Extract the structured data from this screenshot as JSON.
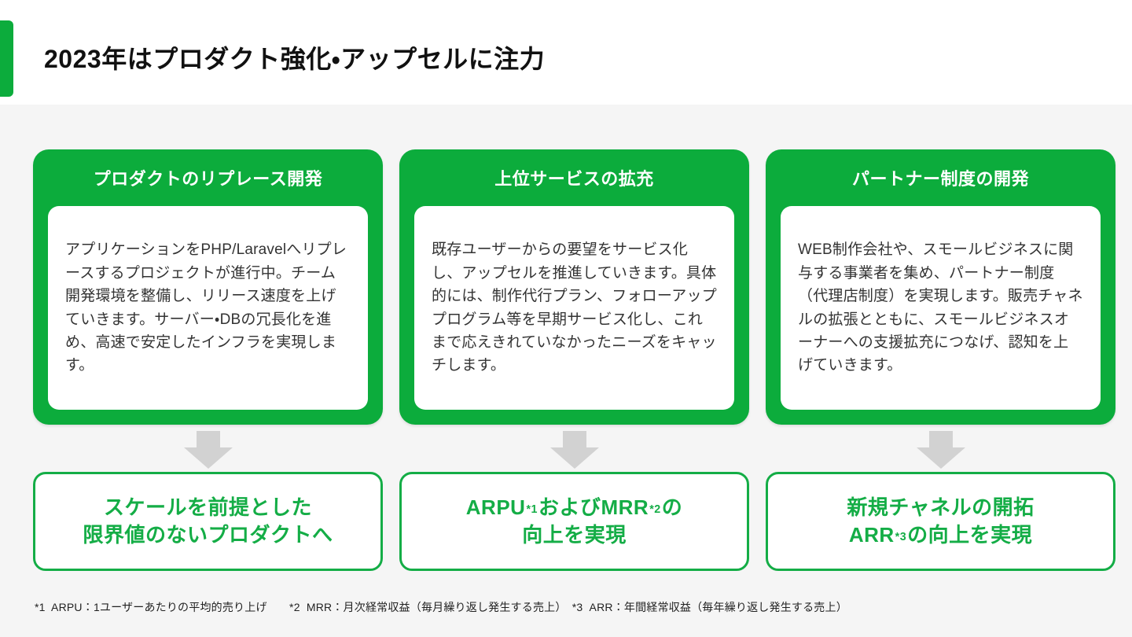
{
  "title": "2023年はプロダクト強化・アップセルに注力",
  "colors": {
    "green": "#0cac3c",
    "outcome_green": "#14ad46",
    "arrow": "#d2d2d2",
    "background": "#f5f5f5",
    "header_bg": "#ffffff",
    "body_text": "#333333",
    "title_text": "#111111",
    "footnote_text": "#222222"
  },
  "columns": [
    {
      "header": "プロダクトのリプレース開発",
      "body": "アプリケーションをPHP/Laravelへリプレースするプロジェクトが進行中。チーム開発環境を整備し、リリース速度を上げていきます。サーバー・DBの冗長化を進め、高速で安定したインフラを実現します。",
      "outcome_lines": [
        [
          {
            "text": "スケールを前提とした",
            "small": false
          }
        ],
        [
          {
            "text": "限界値のないプロダクトへ",
            "small": false
          }
        ]
      ]
    },
    {
      "header": "上位サービスの拡充",
      "body": "既存ユーザーからの要望をサービス化し、アップセルを推進していきます。具体的には、制作代行プラン、フォローアッププログラム等を早期サービス化し、これまで応えきれていなかったニーズをキャッチします。",
      "outcome_lines": [
        [
          {
            "text": "ARPU",
            "small": false
          },
          {
            "text": "*1",
            "small": true
          },
          {
            "text": "およびMRR",
            "small": false
          },
          {
            "text": "*2",
            "small": true
          },
          {
            "text": "の",
            "small": false
          }
        ],
        [
          {
            "text": "向上を実現",
            "small": false
          }
        ]
      ]
    },
    {
      "header": "パートナー制度の開発",
      "body": "WEB制作会社や、スモールビジネスに関与する事業者を集め、パートナー制度（代理店制度）を実現します。販売チャネルの拡張とともに、スモールビジネスオーナーへの支援拡充につなげ、認知を上げていきます。",
      "outcome_lines": [
        [
          {
            "text": "新規チャネルの開拓",
            "small": false
          }
        ],
        [
          {
            "text": "ARR",
            "small": false
          },
          {
            "text": "*3",
            "small": true
          },
          {
            "text": "の向上を実現",
            "small": false
          }
        ]
      ]
    }
  ],
  "footnote": "*1  ARPU：1ユーザーあたりの平均的売り上げ　　*2  MRR：月次経常収益（毎月繰り返し発生する売上）　*3  ARR：年間経常収益（毎年繰り返し発生する売上）"
}
